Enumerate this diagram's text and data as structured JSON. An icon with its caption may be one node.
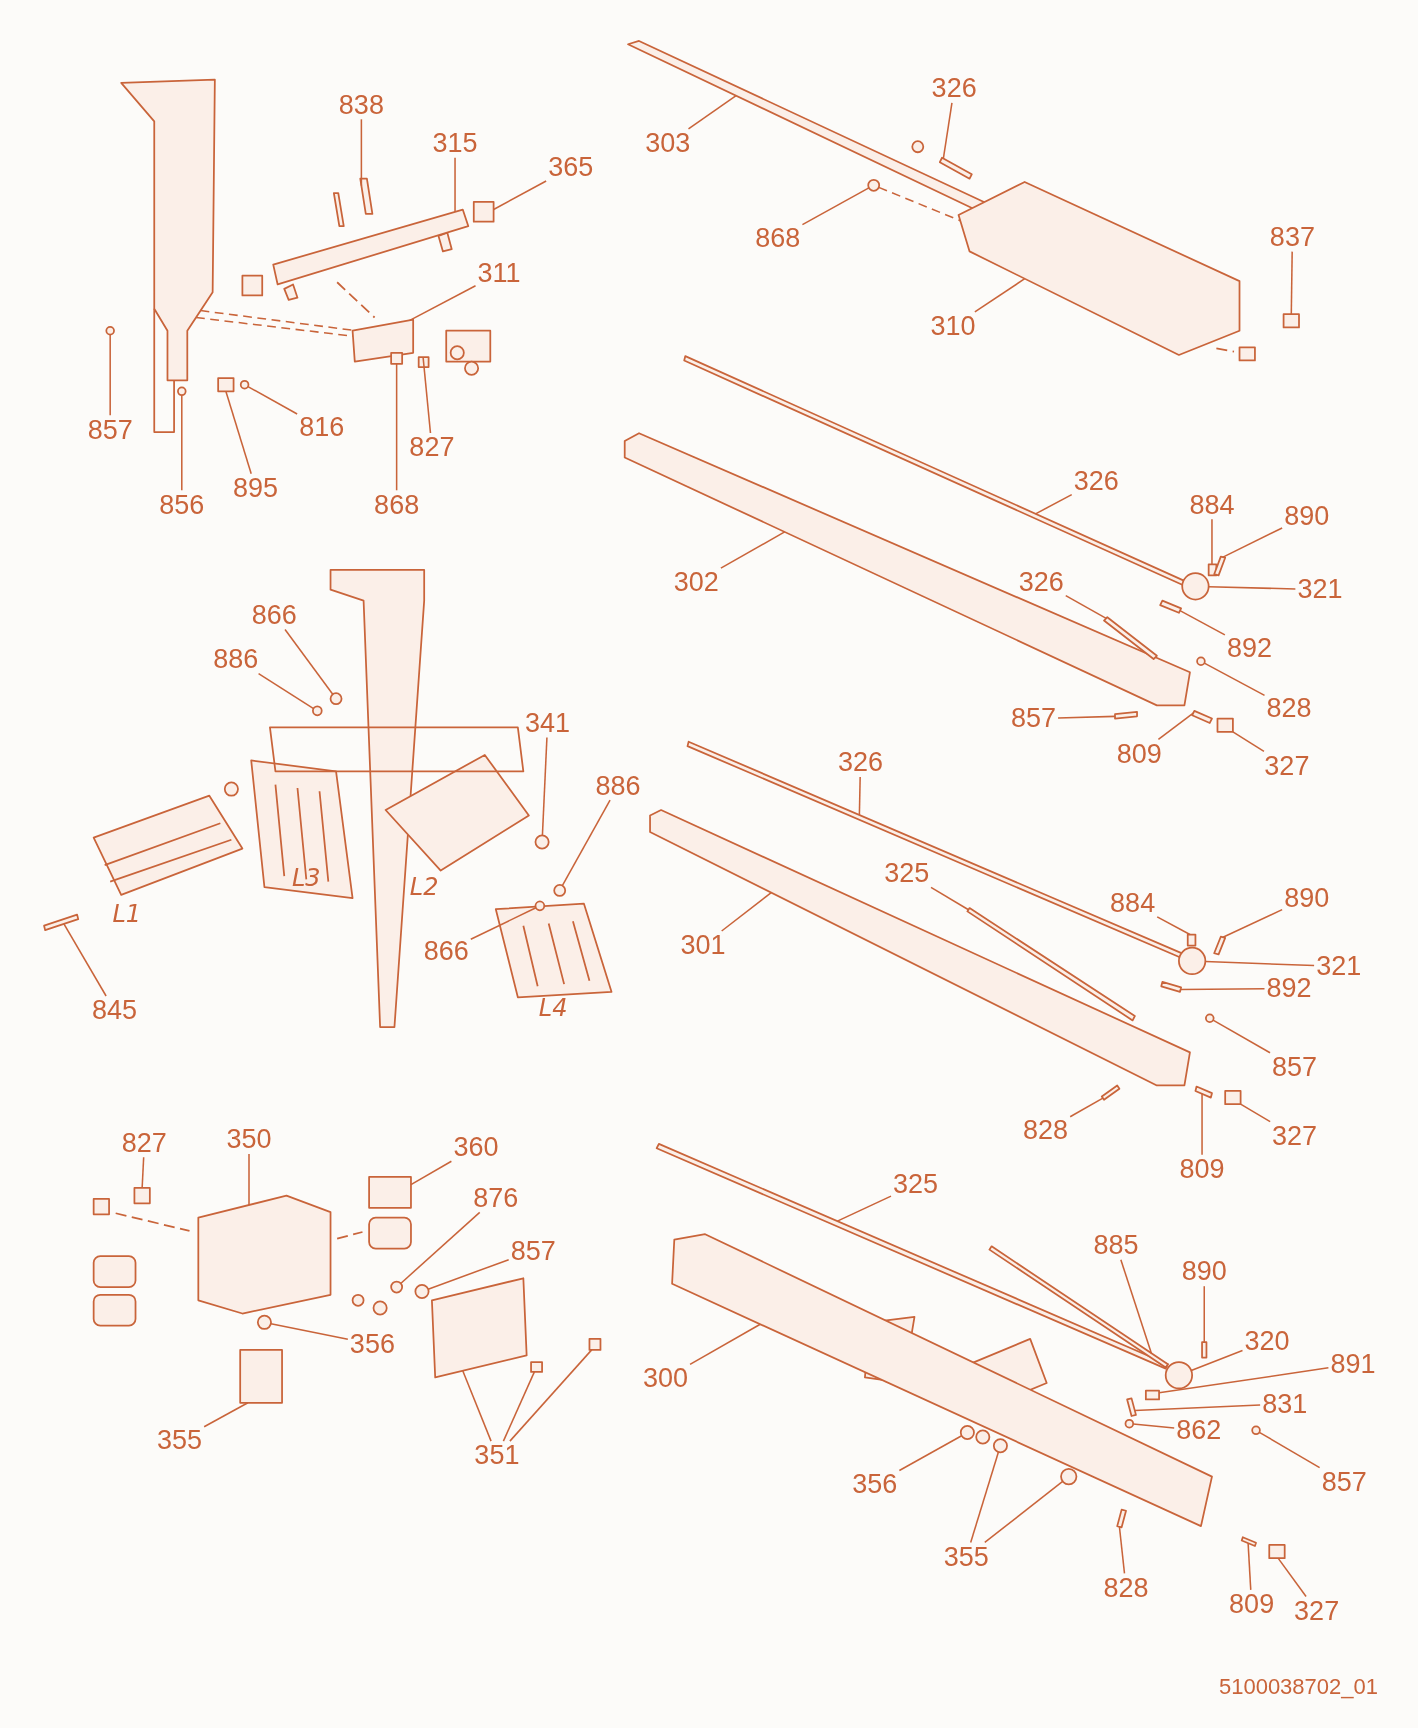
{
  "diagram": {
    "nodes": [
      {
        "text": [
          "838"
        ]
      },
      {
        "text": [
          "315"
        ]
      },
      {
        "text": [
          "365"
        ]
      },
      {
        "text": [
          "311"
        ]
      },
      {
        "text": [
          "857"
        ]
      },
      {
        "text": [
          "816"
        ]
      },
      {
        "text": [
          "827"
        ]
      },
      {
        "text": [
          "856"
        ]
      },
      {
        "text": [
          "895"
        ]
      },
      {
        "text": [
          "868"
        ]
      },
      {
        "text": [
          "326"
        ]
      },
      {
        "text": [
          "303"
        ]
      },
      {
        "text": [
          "868"
        ]
      },
      {
        "text": [
          "837"
        ]
      },
      {
        "text": [
          "310"
        ]
      },
      {
        "text": [
          "326"
        ]
      },
      {
        "text": [
          "302"
        ]
      },
      {
        "text": [
          "884"
        ]
      },
      {
        "text": [
          "890"
        ]
      },
      {
        "text": [
          "321"
        ]
      },
      {
        "text": [
          "326"
        ]
      },
      {
        "text": [
          "892"
        ]
      },
      {
        "text": [
          "828"
        ]
      },
      {
        "text": [
          "857"
        ]
      },
      {
        "text": [
          "809"
        ]
      },
      {
        "text": [
          "327"
        ]
      },
      {
        "text": [
          "866"
        ]
      },
      {
        "text": [
          "886"
        ]
      },
      {
        "text": [
          "341"
        ]
      },
      {
        "text": [
          "886"
        ]
      },
      {
        "text": [
          "866"
        ]
      },
      {
        "text": [
          "845"
        ]
      },
      {
        "text": [
          "326"
        ]
      },
      {
        "text": [
          "325"
        ]
      },
      {
        "text": [
          "884"
        ]
      },
      {
        "text": [
          "890"
        ]
      },
      {
        "text": [
          "321"
        ]
      },
      {
        "text": [
          "301"
        ]
      },
      {
        "text": [
          "892"
        ]
      },
      {
        "text": [
          "857"
        ]
      },
      {
        "text": [
          "828"
        ]
      },
      {
        "text": [
          "809"
        ]
      },
      {
        "text": [
          "327"
        ]
      },
      {
        "text": [
          "827"
        ]
      },
      {
        "text": [
          "350"
        ]
      },
      {
        "text": [
          "360"
        ]
      },
      {
        "text": [
          "876"
        ]
      },
      {
        "text": [
          "857"
        ]
      },
      {
        "text": [
          "356"
        ]
      },
      {
        "text": [
          "355"
        ]
      },
      {
        "text": [
          "351"
        ]
      },
      {
        "text": [
          "325"
        ]
      },
      {
        "text": [
          "885"
        ]
      },
      {
        "text": [
          "890"
        ]
      },
      {
        "text": [
          "320"
        ]
      },
      {
        "text": [
          "891"
        ]
      },
      {
        "text": [
          "300"
        ]
      },
      {
        "text": [
          "831"
        ]
      },
      {
        "text": [
          "862"
        ]
      },
      {
        "text": [
          "857"
        ]
      },
      {
        "text": [
          "356"
        ]
      },
      {
        "text": [
          "355"
        ]
      },
      {
        "text": [
          "828"
        ]
      },
      {
        "text": [
          "809"
        ]
      },
      {
        "text": [
          "327"
        ]
      },
      {
        "text": [],
        "shape": "bar"
      },
      {
        "text": [],
        "shape": "bar"
      },
      {
        "text": [],
        "shape": "box"
      },
      {
        "text": [],
        "shape": "box"
      },
      {
        "text": [],
        "shape": "circle"
      },
      {
        "text": [],
        "shape": "circle"
      },
      {
        "text": [],
        "shape": "box"
      },
      {
        "text": [],
        "shape": "circle"
      },
      {
        "text": [],
        "shape": "box"
      },
      {
        "text": [],
        "shape": "box"
      },
      {
        "text": [],
        "shape": "bar"
      },
      {
        "text": [],
        "shape": "bar"
      },
      {
        "text": [],
        "shape": "circle"
      },
      {
        "text": [],
        "shape": "box"
      },
      {
        "text": [],
        "shape": "box"
      },
      {
        "text": [],
        "shape": "bar"
      },
      {
        "text": [],
        "shape": "bar"
      },
      {
        "text": [],
        "shape": "box"
      },
      {
        "text": [],
        "shape": "bar"
      },
      {
        "text": [],
        "shape": "circle"
      },
      {
        "text": [],
        "shape": "bar"
      },
      {
        "text": [],
        "shape": "bar"
      },
      {
        "text": [],
        "shape": "circle"
      },
      {
        "text": [],
        "shape": "bar"
      },
      {
        "text": [],
        "shape": "bar"
      },
      {
        "text": [],
        "shape": "box"
      },
      {
        "text": [],
        "shape": "circle"
      },
      {
        "text": [],
        "shape": "circle"
      },
      {
        "text": [],
        "shape": "circle"
      },
      {
        "text": [],
        "shape": "circle"
      },
      {
        "text": [],
        "shape": "circle"
      },
      {
        "text": [],
        "shape": "bar"
      },
      {
        "text": [],
        "shape": "bar"
      },
      {
        "text": [],
        "shape": "bar"
      },
      {
        "text": [],
        "shape": "box"
      },
      {
        "text": [],
        "shape": "bar"
      },
      {
        "text": [],
        "shape": "circle"
      },
      {
        "text": [],
        "shape": "bar"
      },
      {
        "text": [],
        "shape": "bar"
      },
      {
        "text": [],
        "shape": "circle"
      },
      {
        "text": [],
        "shape": "bar"
      },
      {
        "text": [],
        "shape": "bar"
      },
      {
        "text": [],
        "shape": "box"
      },
      {
        "text": [],
        "shape": "box"
      },
      {
        "text": [],
        "shape": "box"
      },
      {
        "text": [],
        "shape": "box"
      },
      {
        "text": [],
        "shape": "circle"
      },
      {
        "text": [],
        "shape": "circle"
      },
      {
        "text": [],
        "shape": "circle"
      },
      {
        "text": [],
        "shape": "box"
      },
      {
        "text": [],
        "shape": "box"
      },
      {
        "text": [],
        "shape": "box"
      },
      {
        "text": [],
        "shape": "box"
      },
      {
        "text": [],
        "shape": "bar"
      },
      {
        "text": [],
        "shape": "bar"
      },
      {
        "text": [],
        "shape": "bar"
      },
      {
        "text": [],
        "shape": "circle"
      },
      {
        "text": [],
        "shape": "box"
      },
      {
        "text": [],
        "shape": "cylinder"
      },
      {
        "text": [],
        "shape": "bar"
      },
      {
        "text": [],
        "shape": "circle"
      },
      {
        "text": [],
        "shape": "circle"
      },
      {
        "text": [],
        "shape": "circle"
      },
      {
        "text": [],
        "shape": "circle"
      },
      {
        "text": [],
        "shape": "circle"
      },
      {
        "text": [],
        "shape": "bar"
      },
      {
        "text": [],
        "shape": "bar"
      },
      {
        "text": [],
        "shape": "box"
      },
      {
        "text": [],
        "shape": "bar"
      }
    ],
    "edges": [
      {
        "from": 0,
        "to": 65,
        "arrow": "none"
      },
      {
        "from": 1,
        "to": 66,
        "arrow": "none"
      },
      {
        "from": 2,
        "to": 67,
        "arrow": "none"
      },
      {
        "from": 3,
        "to": 68,
        "arrow": "none"
      },
      {
        "from": 4,
        "to": 69,
        "arrow": "none"
      },
      {
        "from": 5,
        "to": 70,
        "arrow": "none"
      },
      {
        "from": 6,
        "to": 71,
        "arrow": "none"
      },
      {
        "from": 7,
        "to": 72,
        "arrow": "none"
      },
      {
        "from": 8,
        "to": 73,
        "arrow": "none"
      },
      {
        "from": 9,
        "to": 74,
        "arrow": "none"
      },
      {
        "from": 10,
        "to": 75,
        "arrow": "none"
      },
      {
        "from": 11,
        "to": 76,
        "arrow": "none"
      },
      {
        "from": 12,
        "to": 77,
        "arrow": "none"
      },
      {
        "from": 13,
        "to": 78,
        "arrow": "none"
      },
      {
        "from": 14,
        "to": 79,
        "arrow": "none"
      },
      {
        "from": 15,
        "to": 80,
        "arrow": "none"
      },
      {
        "from": 16,
        "to": 81,
        "arrow": "none"
      },
      {
        "from": 17,
        "to": 82,
        "arrow": "none"
      },
      {
        "from": 18,
        "to": 83,
        "arrow": "none"
      },
      {
        "from": 19,
        "to": 84,
        "arrow": "none"
      },
      {
        "from": 20,
        "to": 85,
        "arrow": "none"
      },
      {
        "from": 21,
        "to": 86,
        "arrow": "none"
      },
      {
        "from": 22,
        "to": 87,
        "arrow": "none"
      },
      {
        "from": 23,
        "to": 88,
        "arrow": "none"
      },
      {
        "from": 24,
        "to": 89,
        "arrow": "none"
      },
      {
        "from": 25,
        "to": 90,
        "arrow": "none"
      },
      {
        "from": 26,
        "to": 91,
        "arrow": "none"
      },
      {
        "from": 27,
        "to": 92,
        "arrow": "none"
      },
      {
        "from": 28,
        "to": 93,
        "arrow": "none"
      },
      {
        "from": 29,
        "to": 94,
        "arrow": "none"
      },
      {
        "from": 30,
        "to": 95,
        "arrow": "none"
      },
      {
        "from": 31,
        "to": 96,
        "arrow": "none"
      },
      {
        "from": 32,
        "to": 97,
        "arrow": "none"
      },
      {
        "from": 33,
        "to": 98,
        "arrow": "none"
      },
      {
        "from": 34,
        "to": 99,
        "arrow": "none"
      },
      {
        "from": 35,
        "to": 100,
        "arrow": "none"
      },
      {
        "from": 36,
        "to": 101,
        "arrow": "none"
      },
      {
        "from": 37,
        "to": 102,
        "arrow": "none"
      },
      {
        "from": 38,
        "to": 103,
        "arrow": "none"
      },
      {
        "from": 39,
        "to": 104,
        "arrow": "none"
      },
      {
        "from": 40,
        "to": 105,
        "arrow": "none"
      },
      {
        "from": 41,
        "to": 106,
        "arrow": "none"
      },
      {
        "from": 42,
        "to": 107,
        "arrow": "none"
      },
      {
        "from": 43,
        "to": 108,
        "arrow": "none"
      },
      {
        "from": 44,
        "to": 109,
        "arrow": "none"
      },
      {
        "from": 45,
        "to": 110,
        "arrow": "none"
      },
      {
        "from": 46,
        "to": 111,
        "arrow": "none"
      },
      {
        "from": 47,
        "to": 112,
        "arrow": "none"
      },
      {
        "from": 48,
        "to": 113,
        "arrow": "none"
      },
      {
        "from": 49,
        "to": 114,
        "arrow": "none"
      },
      {
        "from": 50,
        "to": 115,
        "arrow": "none"
      },
      {
        "from": 50,
        "to": 116,
        "arrow": "none"
      },
      {
        "from": 50,
        "to": 117,
        "arrow": "none"
      },
      {
        "from": 51,
        "to": 118,
        "arrow": "none"
      },
      {
        "from": 52,
        "to": 119,
        "arrow": "none"
      },
      {
        "from": 53,
        "to": 120,
        "arrow": "none"
      },
      {
        "from": 54,
        "to": 121,
        "arrow": "none"
      },
      {
        "from": 55,
        "to": 122,
        "arrow": "none"
      },
      {
        "from": 56,
        "to": 123,
        "arrow": "none"
      },
      {
        "from": 57,
        "to": 124,
        "arrow": "none"
      },
      {
        "from": 58,
        "to": 125,
        "arrow": "none"
      },
      {
        "from": 59,
        "to": 126,
        "arrow": "none"
      },
      {
        "from": 60,
        "to": 127,
        "arrow": "none"
      },
      {
        "from": 61,
        "to": 128,
        "arrow": "none"
      },
      {
        "from": 61,
        "to": 129,
        "arrow": "none"
      },
      {
        "from": 62,
        "to": 130,
        "arrow": "none"
      },
      {
        "from": 63,
        "to": 131,
        "arrow": "none"
      },
      {
        "from": 64,
        "to": 132,
        "arrow": "none"
      },
      {
        "from": 77,
        "to": 79,
        "arrow": "none",
        "style": "dashed"
      },
      {
        "from": 133,
        "to": 68,
        "arrow": "none",
        "style": "dashed"
      },
      {
        "from": 133,
        "to": 68,
        "arrow": "none",
        "style": "dashed"
      }
    ],
    "labels": [
      "L3",
      "L2",
      "L1",
      "L4",
      "5100038702_01"
    ]
  }
}
